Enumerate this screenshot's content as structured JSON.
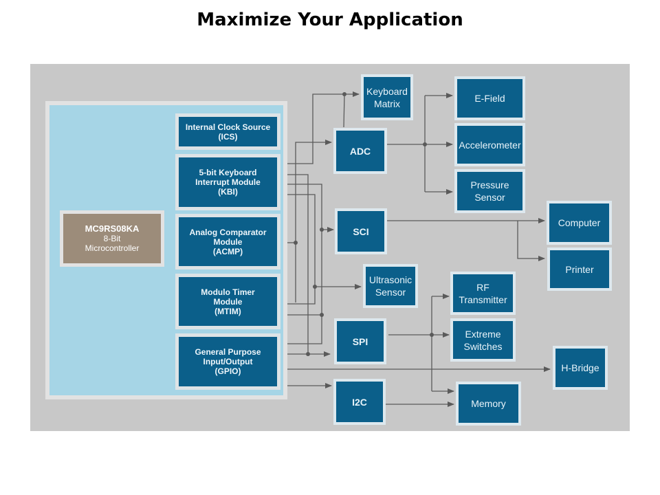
{
  "title": "Maximize Your Application",
  "colors": {
    "module_fill": "#0b5f8a",
    "module_text": "#e9f4fa",
    "mcu_background": "#a6d5e6",
    "chip_fill": "#9c8c7a",
    "canvas_background": "#c8c8c8",
    "wire": "#5a5a5a"
  },
  "microcontroller": {
    "part": "MC9RS08KA",
    "line2": "8-Bit",
    "line3": "Microcontroller"
  },
  "internal_modules": [
    {
      "id": "ics",
      "label": "Internal Clock Source\n(ICS)"
    },
    {
      "id": "kbi",
      "label": "5-bit Keyboard\nInterrupt Module\n(KBI)"
    },
    {
      "id": "acmp",
      "label": "Analog Comparator\nModule\n(ACMP)"
    },
    {
      "id": "mtim",
      "label": "Modulo Timer\nModule\n(MTIM)"
    },
    {
      "id": "gpio",
      "label": "General Purpose\nInput/Output\n(GPIO)"
    }
  ],
  "interfaces": [
    {
      "id": "adc",
      "label": "ADC"
    },
    {
      "id": "sci",
      "label": "SCI"
    },
    {
      "id": "spi",
      "label": "SPI"
    },
    {
      "id": "i2c",
      "label": "I2C"
    }
  ],
  "peripherals": [
    {
      "id": "keyboard-matrix",
      "label": "Keyboard\nMatrix"
    },
    {
      "id": "e-field",
      "label": "E-Field"
    },
    {
      "id": "accelerometer",
      "label": "Accelerometer"
    },
    {
      "id": "pressure-sensor",
      "label": "Pressure\nSensor"
    },
    {
      "id": "computer",
      "label": "Computer"
    },
    {
      "id": "printer",
      "label": "Printer"
    },
    {
      "id": "ultrasonic-sensor",
      "label": "Ultrasonic\nSensor"
    },
    {
      "id": "rf-transmitter",
      "label": "RF\nTransmitter"
    },
    {
      "id": "extreme-switches",
      "label": "Extreme\nSwitches"
    },
    {
      "id": "h-bridge",
      "label": "H-Bridge"
    },
    {
      "id": "memory",
      "label": "Memory"
    }
  ],
  "connections": [
    {
      "from": "mcu",
      "to": "keyboard-matrix"
    },
    {
      "from": "adc",
      "to": "keyboard-matrix"
    },
    {
      "from": "mcu",
      "to": "adc"
    },
    {
      "from": "adc",
      "to": "e-field"
    },
    {
      "from": "adc",
      "to": "accelerometer"
    },
    {
      "from": "adc",
      "to": "pressure-sensor"
    },
    {
      "from": "mcu",
      "to": "sci"
    },
    {
      "from": "sci",
      "to": "computer"
    },
    {
      "from": "sci",
      "to": "printer"
    },
    {
      "from": "mcu",
      "to": "ultrasonic-sensor"
    },
    {
      "from": "mcu",
      "to": "spi"
    },
    {
      "from": "spi",
      "to": "rf-transmitter"
    },
    {
      "from": "spi",
      "to": "extreme-switches"
    },
    {
      "from": "spi",
      "to": "memory"
    },
    {
      "from": "mcu",
      "to": "h-bridge"
    },
    {
      "from": "mcu",
      "to": "i2c"
    },
    {
      "from": "i2c",
      "to": "memory"
    }
  ]
}
